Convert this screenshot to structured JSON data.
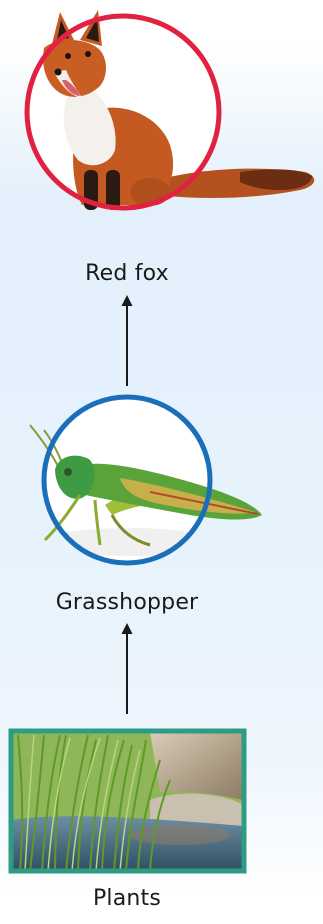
{
  "food_chain": {
    "organisms": [
      {
        "label": "Red fox",
        "ring_color": "#e0213f"
      },
      {
        "label": "Grasshopper",
        "ring_color": "#1b6fb8"
      },
      {
        "label": "Plants",
        "frame_color": "#2e9b84"
      }
    ]
  }
}
